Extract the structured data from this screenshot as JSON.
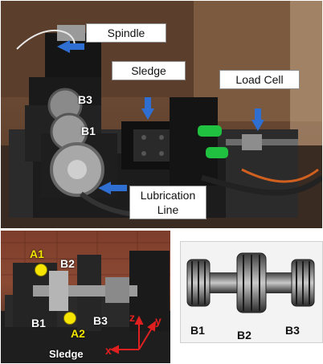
{
  "top_photo": {
    "callouts": {
      "spindle": "Spindle",
      "sledge": "Sledge",
      "load_cell": "Load Cell",
      "lubrication_line": "Lubrication\nLine"
    },
    "labels": {
      "b3": "B3",
      "b1": "B1"
    }
  },
  "bottom_left_photo": {
    "labels": {
      "a1": "A1",
      "b2": "B2",
      "b1": "B1",
      "a2": "A2",
      "b3": "B3",
      "sledge": "Sledge",
      "x": "x",
      "y": "y",
      "z": "z"
    }
  },
  "bottom_right_photo": {
    "labels": {
      "b1": "B1",
      "b2": "B2",
      "b3": "B3"
    }
  },
  "colors": {
    "arrow": "#2f6fd1",
    "point_marker": "#f5e500",
    "axis": "#e02020",
    "spring": "#20c040"
  }
}
